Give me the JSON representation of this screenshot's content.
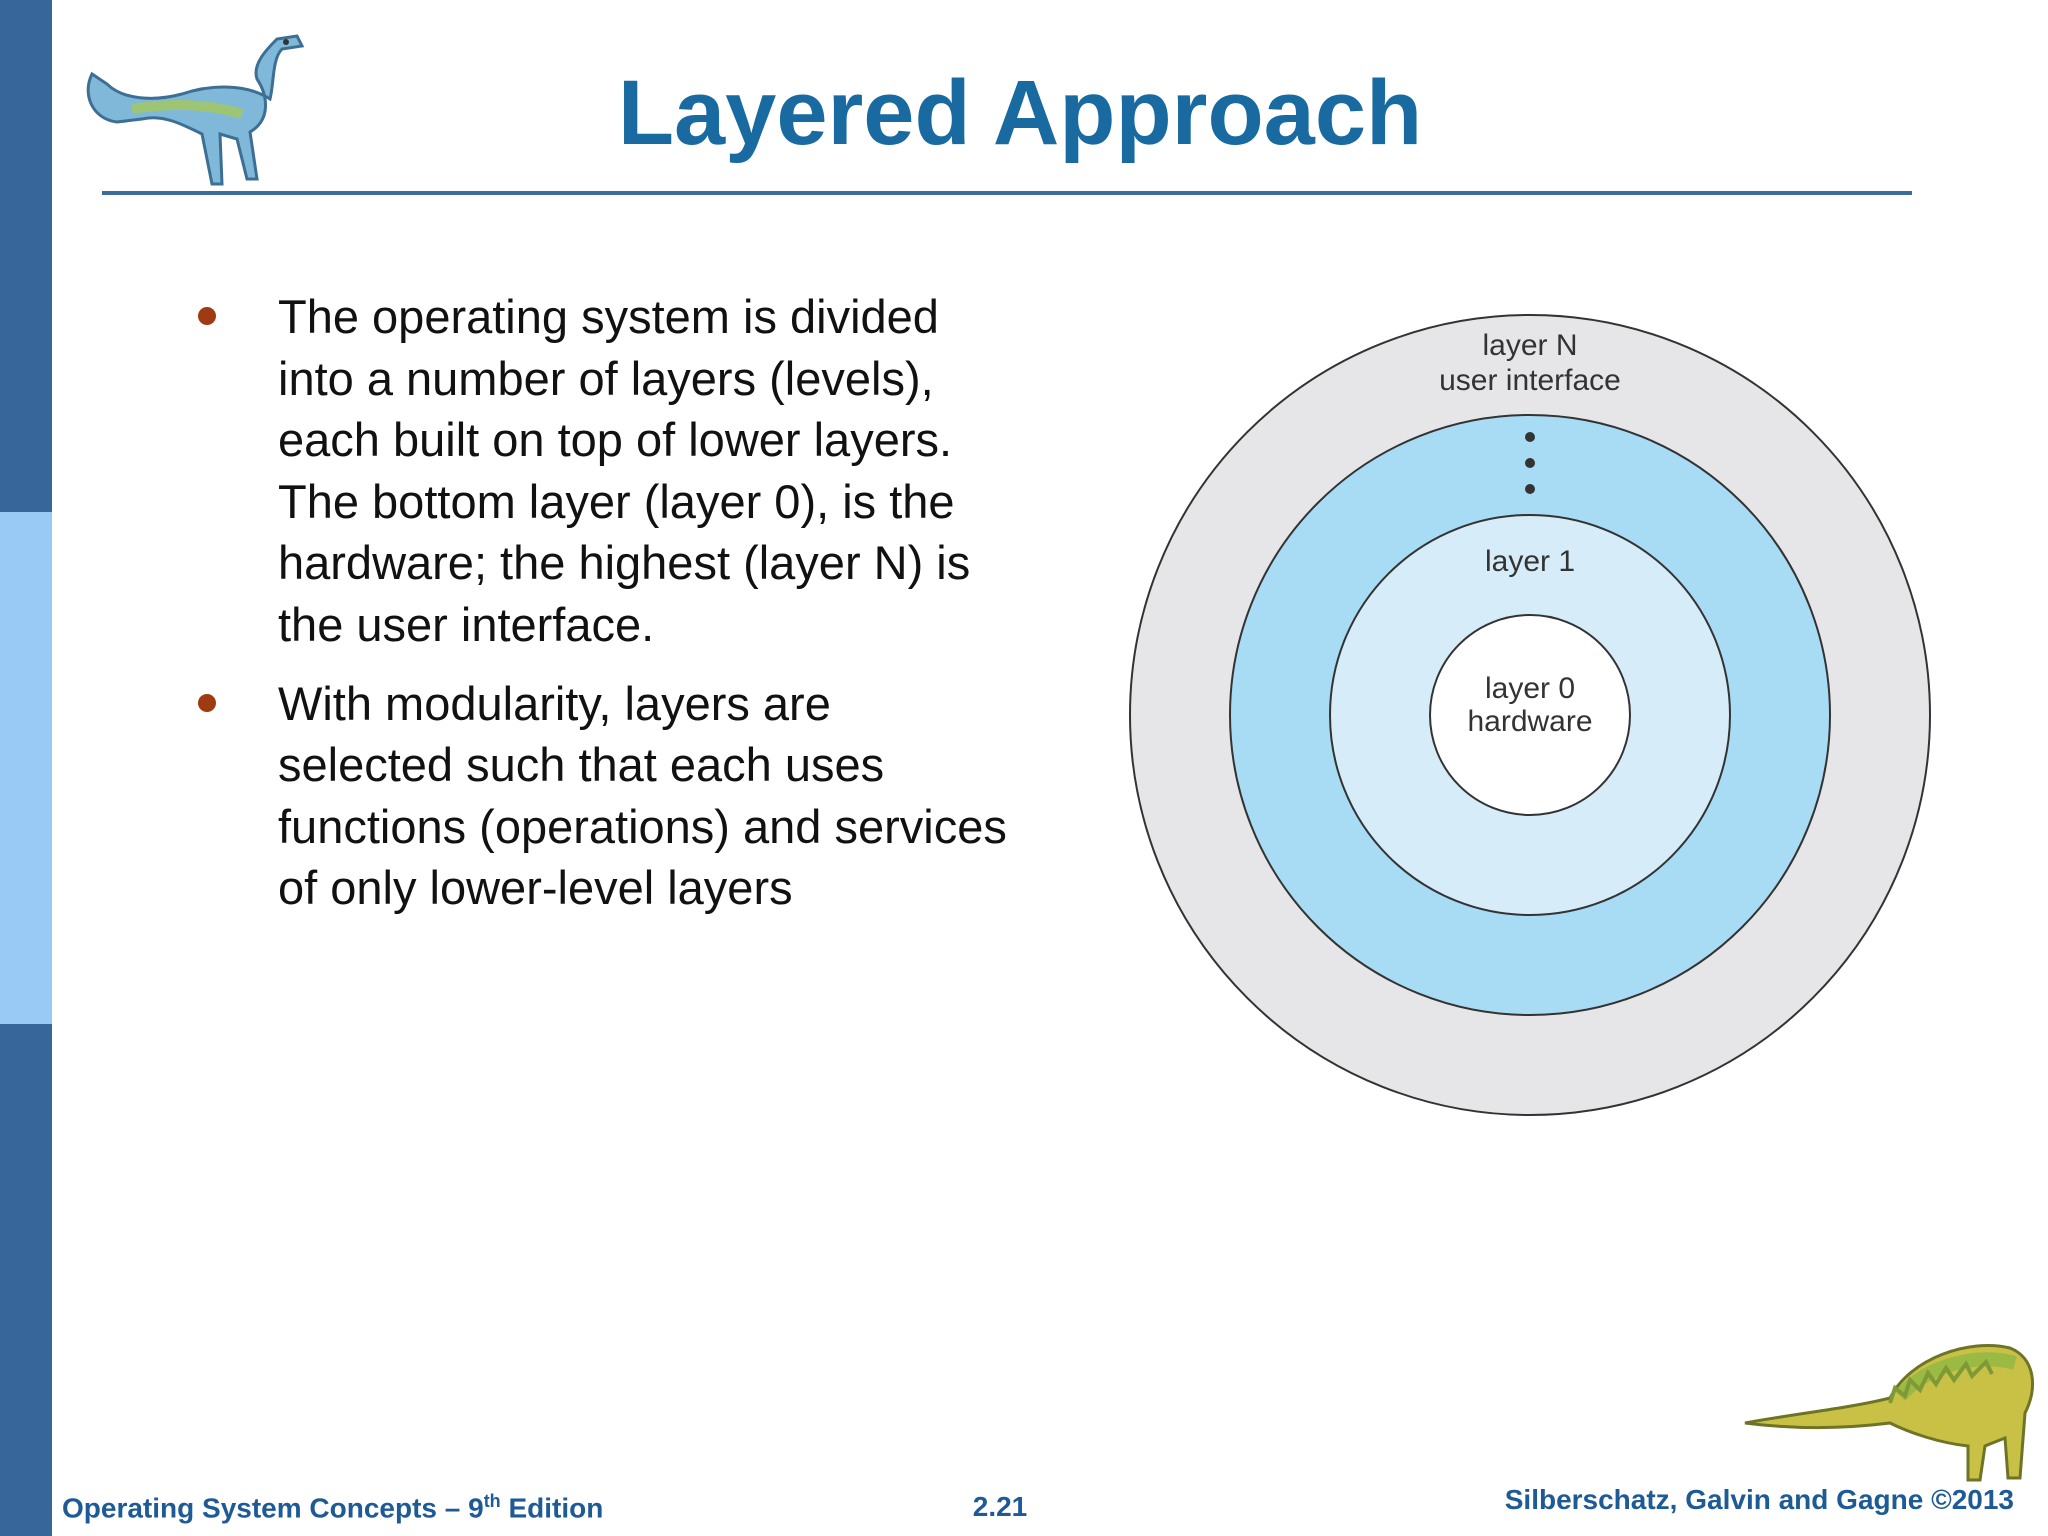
{
  "slide": {
    "title": "Layered Approach",
    "bullets": [
      "The operating system is divided into a number of layers (levels), each built on top of lower layers.  The bottom layer (layer 0), is the hardware; the highest (layer N) is the user interface.",
      "With modularity, layers are selected such that each uses functions (operations) and services of only lower-level layers"
    ]
  },
  "diagram": {
    "outer_line1": "layer N",
    "outer_line2": "user interface",
    "middle_dots_icon": "vertical-ellipsis-icon",
    "layer1_label": "layer 1",
    "core_line1": "layer 0",
    "core_line2": "hardware",
    "colors": {
      "outer": "#e6e6e8",
      "middle": "#a8dcf5",
      "inner": "#d6ecf8",
      "core": "#ffffff",
      "stroke": "#333333"
    }
  },
  "footer": {
    "left_prefix": "Operating System Concepts – 9",
    "left_sup": "th",
    "left_suffix": " Edition",
    "page": "2.21",
    "right": "Silberschatz, Galvin and Gagne ©2013"
  },
  "theme": {
    "title_color": "#186aa0",
    "sidebar_dark": "#37669b",
    "sidebar_light": "#99c9f5",
    "bullet_color": "#a03a12"
  }
}
